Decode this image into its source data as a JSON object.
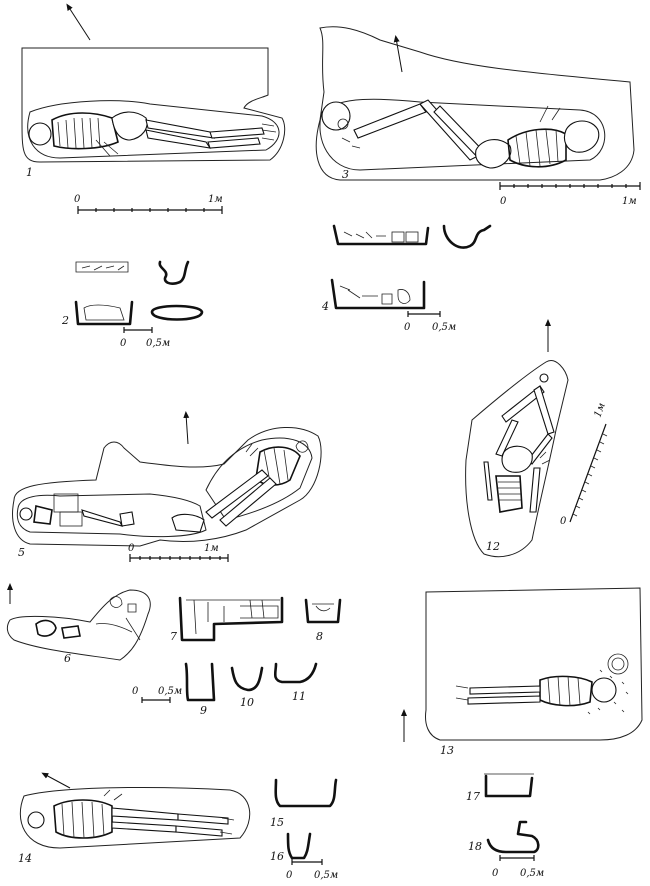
{
  "figures": {
    "f1": "1",
    "f2": "2",
    "f3": "3",
    "f4": "4",
    "f5": "5",
    "f6": "6",
    "f7": "7",
    "f8": "8",
    "f9": "9",
    "f10": "10",
    "f11": "11",
    "f12": "12",
    "f13": "13",
    "f14": "14",
    "f15": "15",
    "f16": "16",
    "f17": "17",
    "f18": "18"
  },
  "scales": {
    "s1": {
      "start": "0",
      "end": "1м"
    },
    "s3": {
      "start": "0",
      "end": "1м"
    },
    "s2": {
      "start": "0",
      "end": "0,5м"
    },
    "s4": {
      "start": "0",
      "end": "0,5м"
    },
    "s5": {
      "start": "0",
      "end": "1м"
    },
    "s9": {
      "start": "0",
      "end": "0,5м"
    },
    "s12": {
      "start": "0",
      "end": "1м"
    },
    "s16": {
      "start": "0",
      "end": "0,5м"
    },
    "s18": {
      "start": "0",
      "end": "0,5м"
    }
  },
  "icons": {
    "north_arrow": "north-arrow-icon"
  }
}
